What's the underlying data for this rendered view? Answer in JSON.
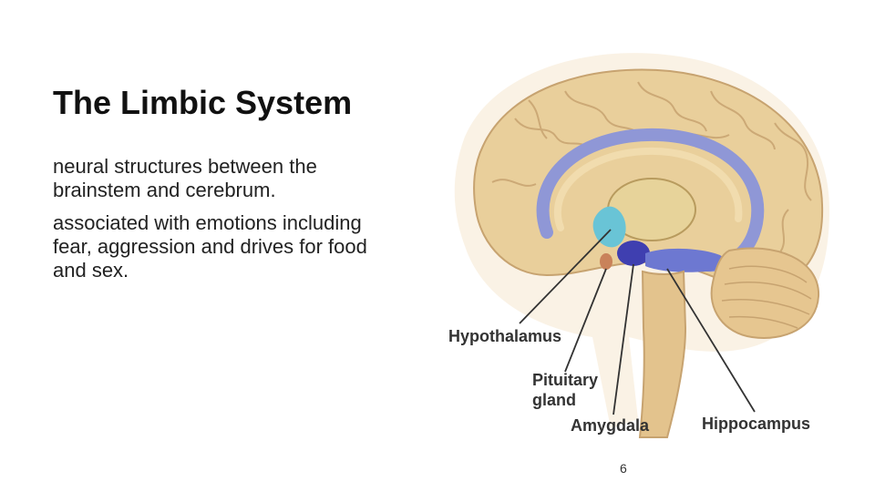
{
  "slide": {
    "title": "The Limbic System",
    "paragraphs": [
      "neural structures between the brainstem and cerebrum.",
      "associated with emotions including fear, aggression and drives for food and sex."
    ],
    "page_number": "6"
  },
  "figure": {
    "labels": {
      "hypothalamus": "Hypothalamus",
      "pituitary": "Pituitary gland",
      "amygdala": "Amygdala",
      "hippocampus": "Hippocampus"
    },
    "colors": {
      "brain": "#e9cf9b",
      "brain_fold": "#c7a370",
      "limbic_arc": "#8f97d6",
      "hypothalamus": "#69c4d6",
      "amygdala": "#3f3fb0",
      "hippocampus": "#6d78d1",
      "thalamus": "#e7d39a"
    }
  }
}
